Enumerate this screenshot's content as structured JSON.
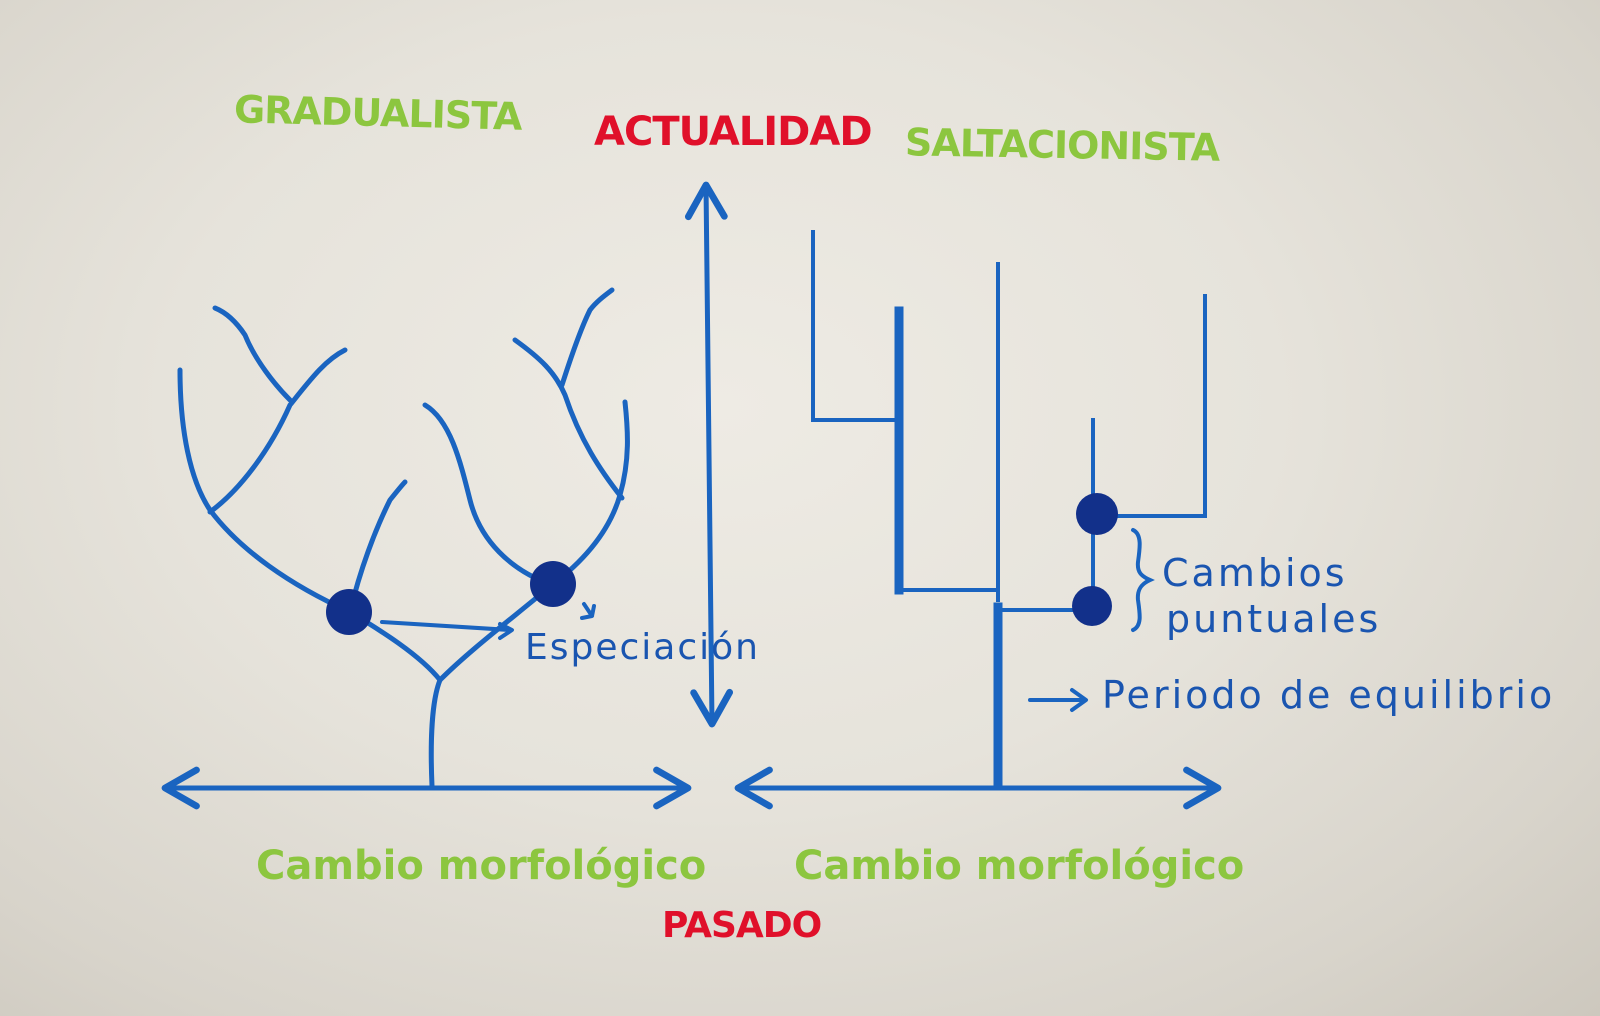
{
  "labels": {
    "gradualista": "GRADUALISTA",
    "actualidad": "ACTUALIDAD",
    "saltacionista": "SALTACIONISTA",
    "pasado": "PASADO",
    "cambio_morfologico_left": "Cambio morfológico",
    "cambio_morfologico_right": "Cambio morfológico",
    "especiacion": "Especiación",
    "cambios": "Cambios",
    "puntuales": "puntuales",
    "periodo_equilibrio": "Periodo de equilibrio"
  },
  "colors": {
    "ink_blue": "#1a64c0",
    "dot_blue": "#12308a",
    "label_green": "#8cc63f",
    "label_red": "#e0102a"
  }
}
